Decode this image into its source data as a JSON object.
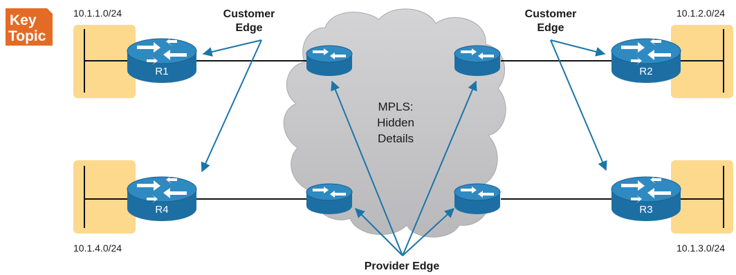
{
  "key_topic": {
    "line1": "Key",
    "line2": "Topic"
  },
  "callouts": {
    "customer_edge_left": {
      "line1": "Customer",
      "line2": "Edge"
    },
    "customer_edge_right": {
      "line1": "Customer",
      "line2": "Edge"
    },
    "provider_edge": "Provider Edge"
  },
  "cloud": {
    "line1": "MPLS:",
    "line2": "Hidden",
    "line3": "Details"
  },
  "routers": {
    "r1": "R1",
    "r2": "R2",
    "r3": "R3",
    "r4": "R4"
  },
  "subnets": {
    "r1": "10.1.1.0/24",
    "r2": "10.1.2.0/24",
    "r3": "10.1.3.0/24",
    "r4": "10.1.4.0/24"
  },
  "colors": {
    "router_blue": "#1d6fa3",
    "router_top": "#2f8ac2",
    "lan_fill": "#fcd98d",
    "cloud_fill": "#c9c9cb",
    "arrow_blue": "#1b75a8",
    "key_topic_orange": "#e46b26"
  }
}
